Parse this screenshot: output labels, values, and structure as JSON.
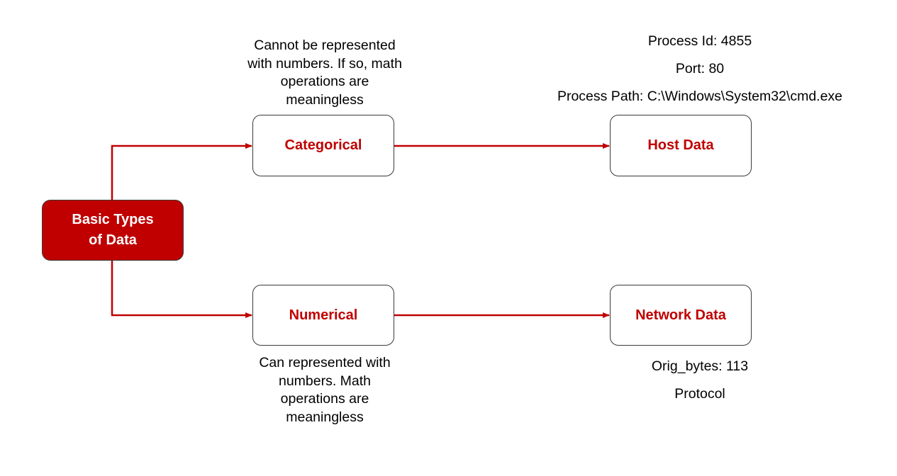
{
  "colors": {
    "accent": "#c00000",
    "node_border": "#3a3a3a",
    "text": "#000000",
    "background": "#ffffff"
  },
  "nodes": {
    "root": {
      "line1": "Basic Types",
      "line2": "of Data"
    },
    "categorical": "Categorical",
    "numerical": "Numerical",
    "host_data": "Host Data",
    "network_data": "Network Data"
  },
  "notes": {
    "categorical": [
      "Cannot be represented",
      "with numbers. If so, math",
      "operations are",
      "meaningless"
    ],
    "numerical": [
      "Can represented with",
      "numbers. Math",
      "operations are",
      "meaningless"
    ]
  },
  "host_examples": [
    "Process Id: 4855",
    "Port: 80",
    "Process Path: C:\\Windows\\System32\\cmd.exe"
  ],
  "network_examples": [
    "Orig_bytes: 113",
    "Protocol"
  ],
  "edges": [
    {
      "from": "root",
      "to": "categorical"
    },
    {
      "from": "root",
      "to": "numerical"
    },
    {
      "from": "categorical",
      "to": "host_data"
    },
    {
      "from": "numerical",
      "to": "network_data"
    }
  ]
}
